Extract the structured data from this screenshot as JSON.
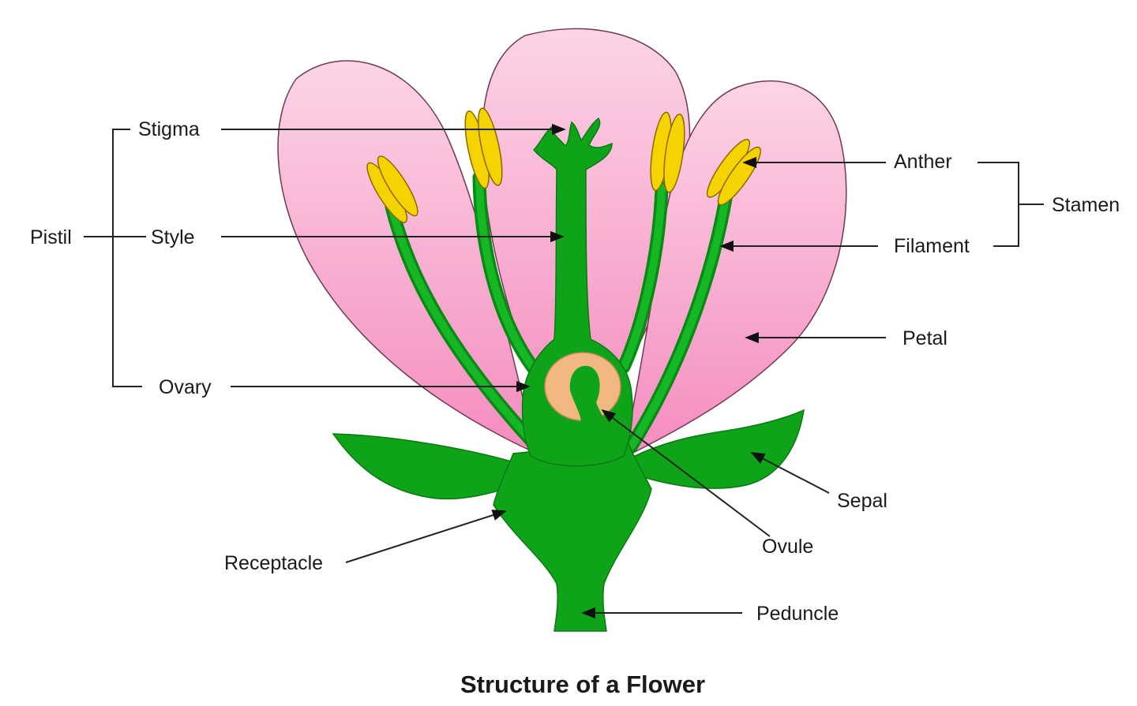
{
  "title": "Structure of a Flower",
  "labels": {
    "stigma": "Stigma",
    "style": "Style",
    "ovary": "Ovary",
    "pistil": "Pistil",
    "anther": "Anther",
    "filament": "Filament",
    "stamen": "Stamen",
    "petal": "Petal",
    "sepal": "Sepal",
    "ovule": "Ovule",
    "receptacle": "Receptacle",
    "peduncle": "Peduncle"
  },
  "colors": {
    "petal_top": "#fcd4e6",
    "petal_bottom": "#f58cc0",
    "green": "#0fa31a",
    "anther": "#f5d300",
    "ovule": "#f2b882"
  }
}
